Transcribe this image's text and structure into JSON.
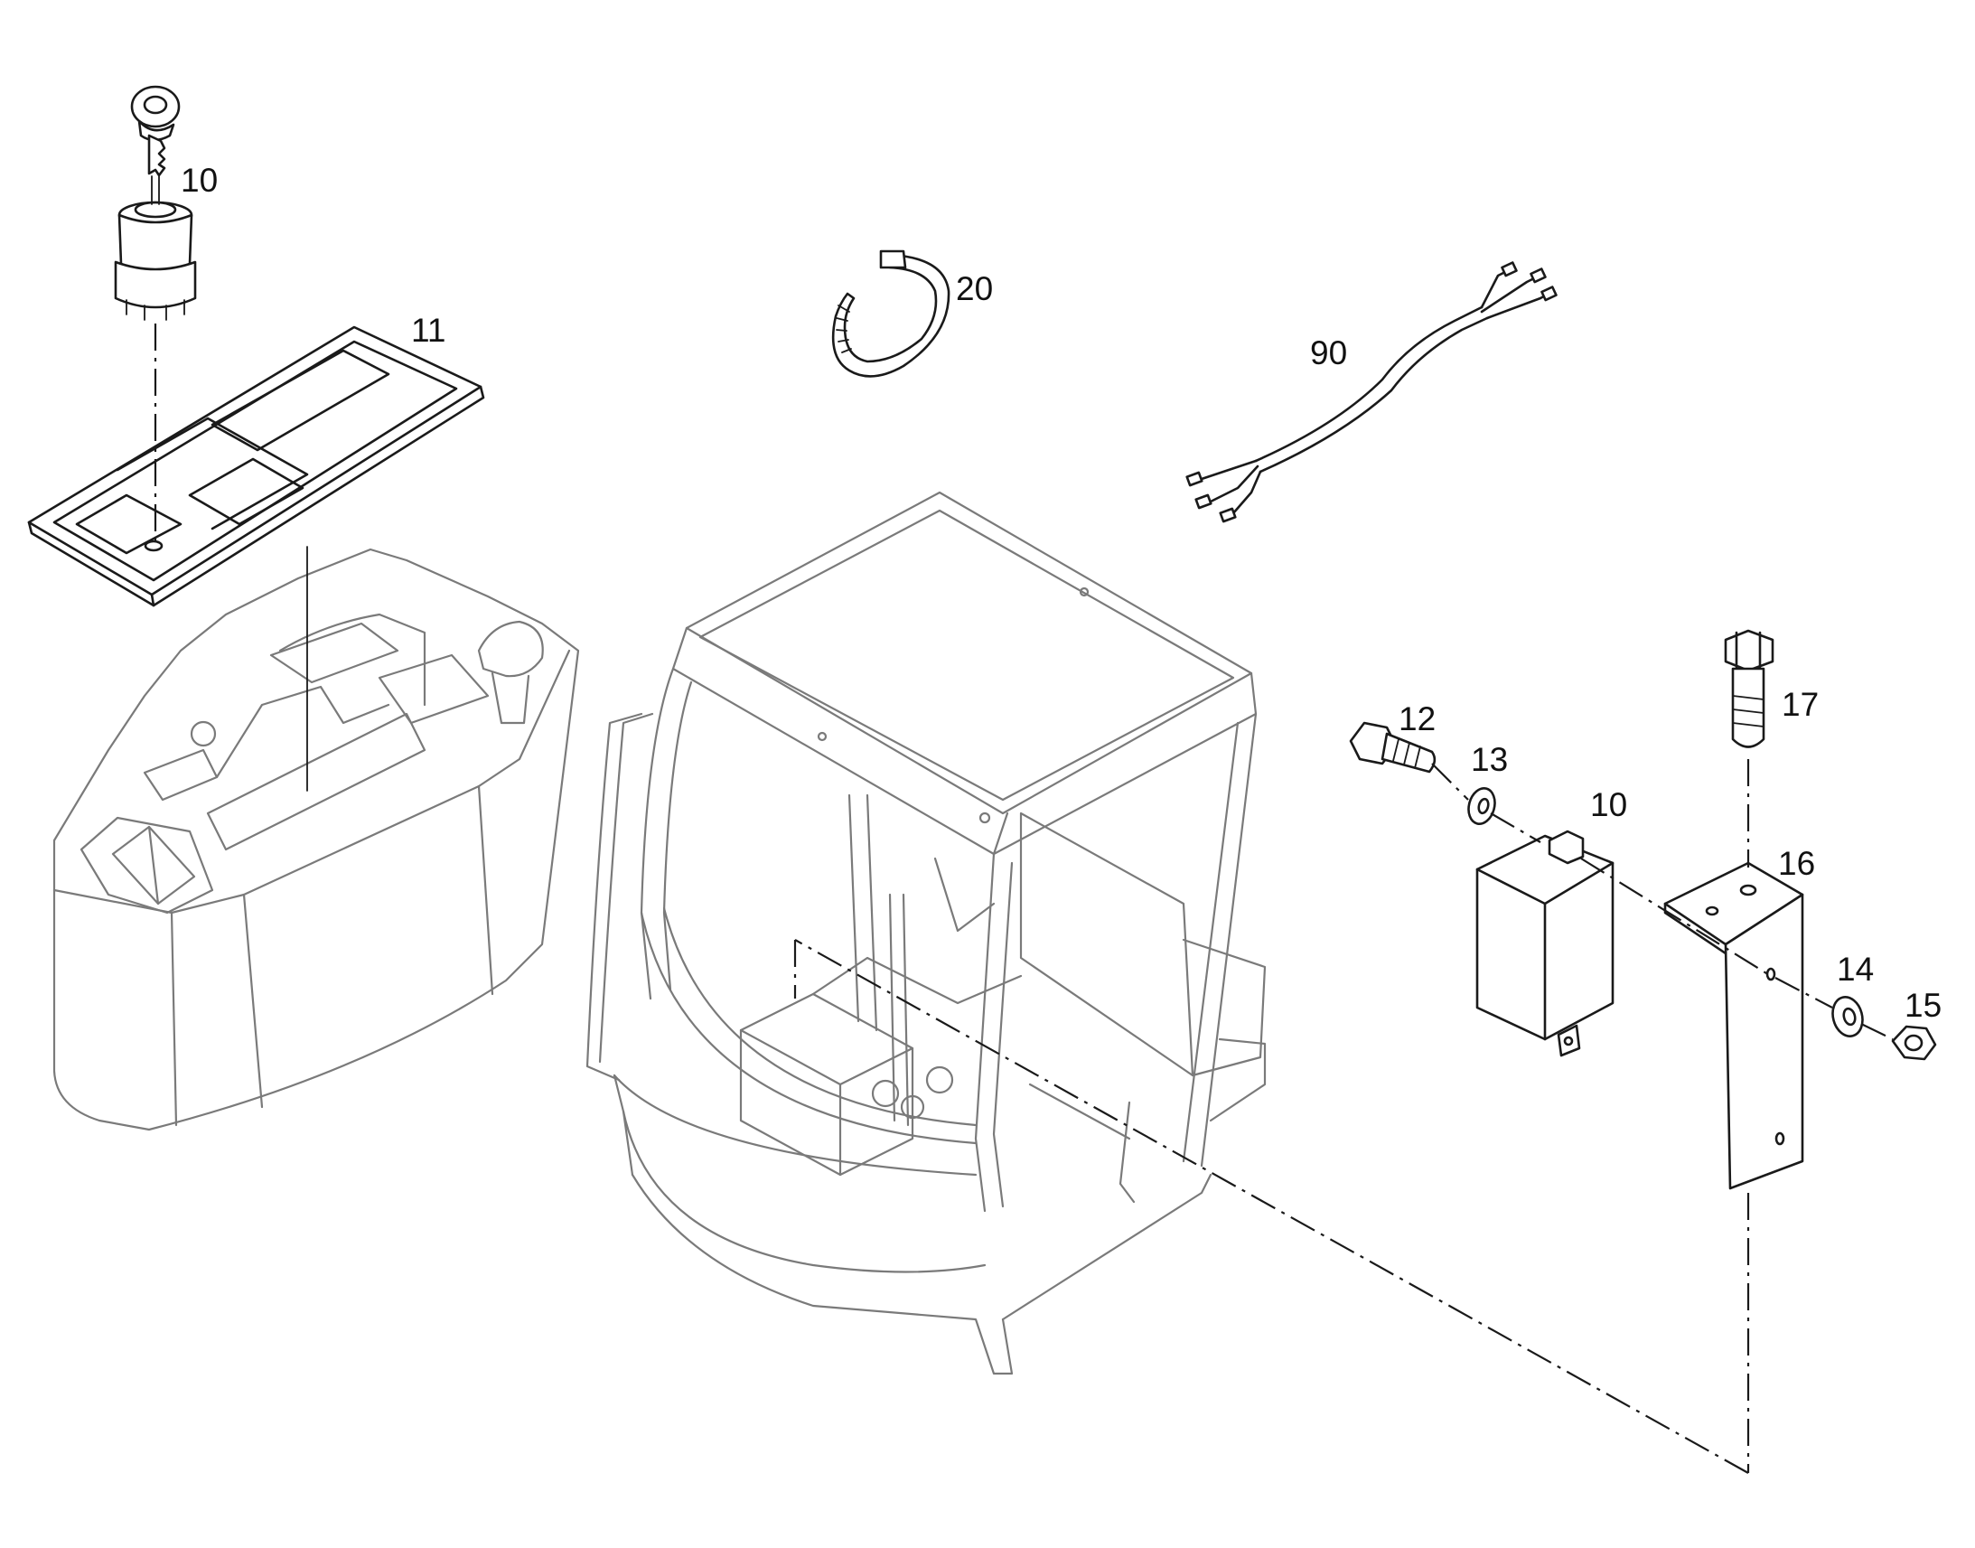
{
  "callouts": {
    "key_switch": "10",
    "control_module": "10",
    "panel": "11",
    "bolt_12": "12",
    "washer_13": "13",
    "washer_14": "14",
    "nut_15": "15",
    "bracket_16": "16",
    "bolt_17": "17",
    "tie_strap": "20",
    "harness": "90"
  },
  "colors": {
    "ink": "#1a1a1a",
    "context_grey": "#7a7a7a",
    "background": "#ffffff"
  }
}
